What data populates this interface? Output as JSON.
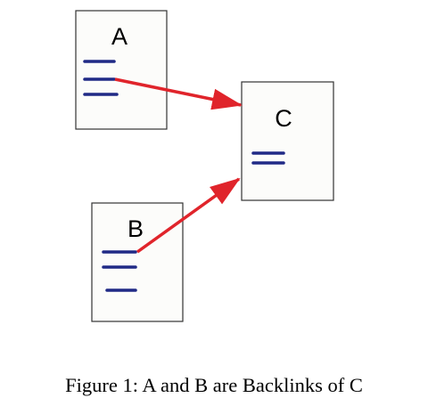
{
  "diagram": {
    "pages": [
      {
        "id": "A",
        "label": "A",
        "text_lines": 3
      },
      {
        "id": "C",
        "label": "C",
        "text_lines": 2
      },
      {
        "id": "B",
        "label": "B",
        "text_lines": 3
      }
    ],
    "links": [
      {
        "from": "A",
        "to": "C"
      },
      {
        "from": "B",
        "to": "C"
      }
    ],
    "colors": {
      "page_fill": "#fcfcfa",
      "page_border": "#333333",
      "text_line": "#202a86",
      "arrow": "#e0242b"
    }
  },
  "caption": "Figure 1: A and B are Backlinks of C"
}
